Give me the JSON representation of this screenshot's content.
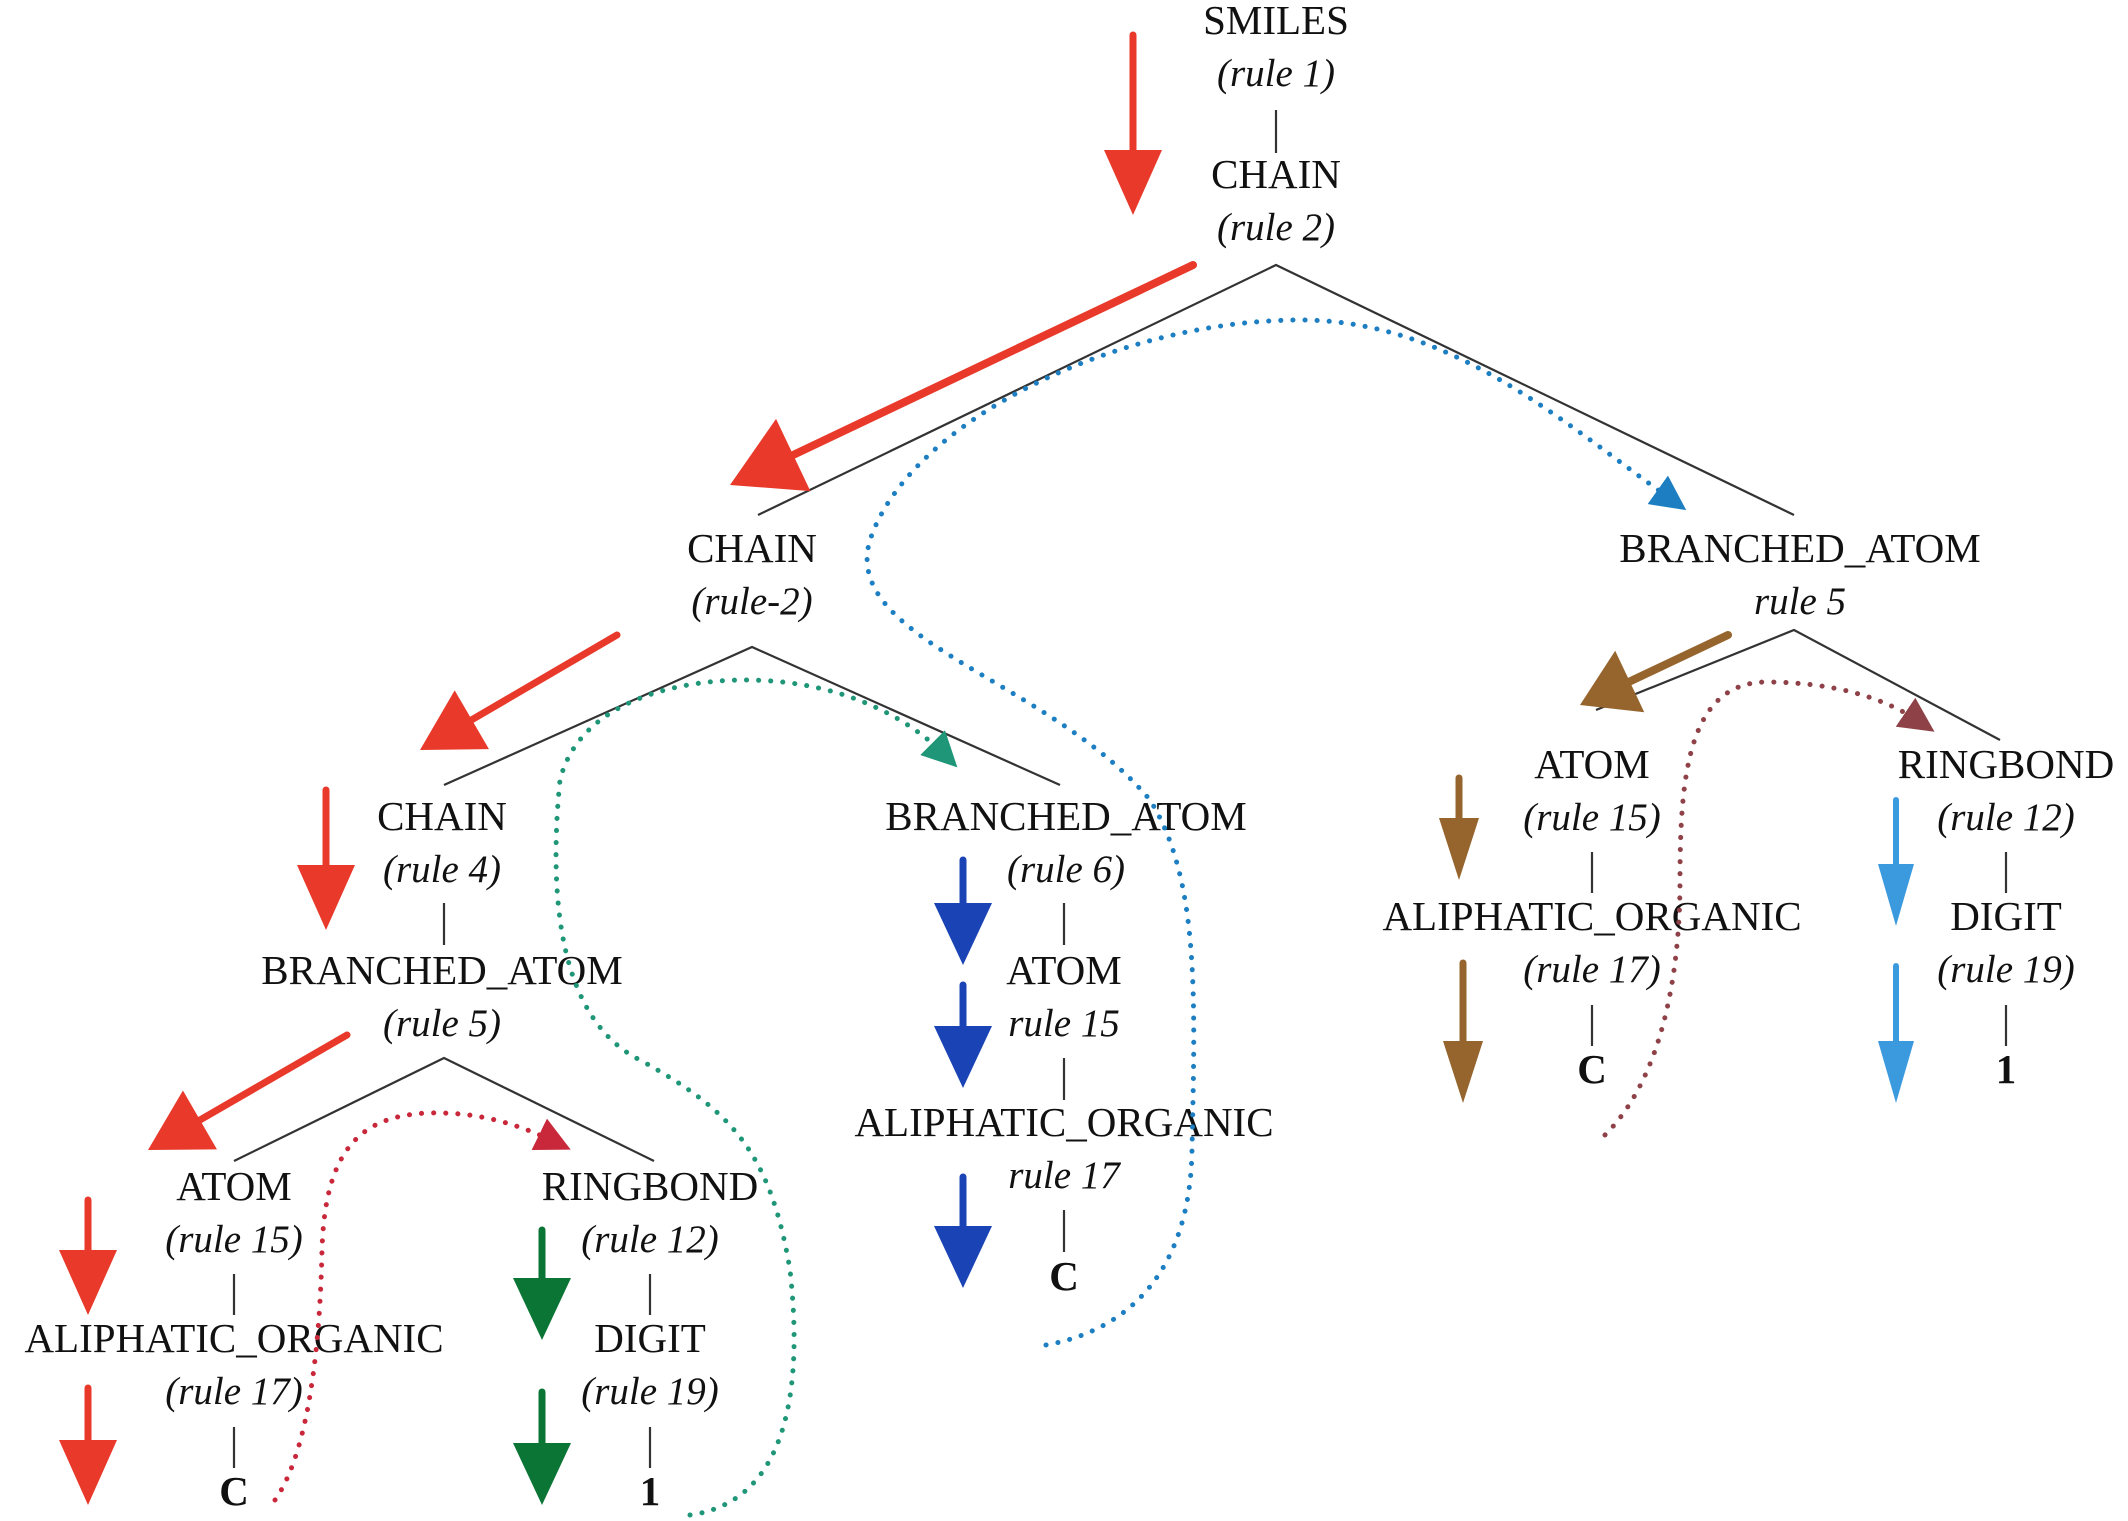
{
  "diagram": {
    "title": "SMILES parse tree",
    "colors": {
      "red": "#e8392a",
      "blue": "#1a44b5",
      "brown": "#96642d",
      "light_blue": "#3b9ade",
      "green": "#0a7535",
      "teal_dotted": "#1e9677",
      "blue_dotted": "#1d7fc1",
      "crimson_dotted": "#c8283a",
      "maroon_dotted": "#8e4247",
      "edge": "#333333"
    },
    "nodes": [
      {
        "id": "smiles",
        "label": "SMILES",
        "rule": "(rule 1)"
      },
      {
        "id": "chain_root",
        "label": "CHAIN",
        "rule": "(rule 2)"
      },
      {
        "id": "chain_l",
        "label": "CHAIN",
        "rule": "(rule-2)"
      },
      {
        "id": "branched_r",
        "label": "BRANCHED_ATOM",
        "rule": "rule 5"
      },
      {
        "id": "chain_ll",
        "label": "CHAIN",
        "rule": "(rule 4)"
      },
      {
        "id": "branched_lr",
        "label": "BRANCHED_ATOM",
        "rule": "(rule 6)"
      },
      {
        "id": "branched_lll",
        "label": "BRANCHED_ATOM",
        "rule": "(rule 5)"
      },
      {
        "id": "atom_a",
        "label": "ATOM",
        "rule": "(rule 15)"
      },
      {
        "id": "aliph_a",
        "label": "ALIPHATIC_ORGANIC",
        "rule": "(rule 17)"
      },
      {
        "id": "leaf_a",
        "label": "C"
      },
      {
        "id": "ringbond_a",
        "label": "RINGBOND",
        "rule": "(rule 12)"
      },
      {
        "id": "digit_a",
        "label": "DIGIT",
        "rule": "(rule 19)"
      },
      {
        "id": "leaf_b",
        "label": "1"
      },
      {
        "id": "atom_b",
        "label": "ATOM",
        "rule": "rule 15"
      },
      {
        "id": "aliph_b",
        "label": "ALIPHATIC_ORGANIC",
        "rule": "rule 17"
      },
      {
        "id": "leaf_c",
        "label": "C"
      },
      {
        "id": "atom_c",
        "label": "ATOM",
        "rule": "(rule 15)"
      },
      {
        "id": "aliph_c",
        "label": "ALIPHATIC_ORGANIC",
        "rule": "(rule 17)"
      },
      {
        "id": "leaf_d",
        "label": "C"
      },
      {
        "id": "ringbond_c",
        "label": "RINGBOND",
        "rule": "(rule 12)"
      },
      {
        "id": "digit_c",
        "label": "DIGIT",
        "rule": "(rule 19)"
      },
      {
        "id": "leaf_e",
        "label": "1"
      }
    ],
    "edges": [
      [
        "smiles",
        "chain_root"
      ],
      [
        "chain_root",
        "chain_l"
      ],
      [
        "chain_root",
        "branched_r"
      ],
      [
        "chain_l",
        "chain_ll"
      ],
      [
        "chain_l",
        "branched_lr"
      ],
      [
        "chain_ll",
        "branched_lll"
      ],
      [
        "branched_lll",
        "atom_a"
      ],
      [
        "branched_lll",
        "ringbond_a"
      ],
      [
        "atom_a",
        "aliph_a"
      ],
      [
        "aliph_a",
        "leaf_a"
      ],
      [
        "ringbond_a",
        "digit_a"
      ],
      [
        "digit_a",
        "leaf_b"
      ],
      [
        "branched_lr",
        "atom_b"
      ],
      [
        "atom_b",
        "aliph_b"
      ],
      [
        "aliph_b",
        "leaf_c"
      ],
      [
        "branched_r",
        "atom_c"
      ],
      [
        "branched_r",
        "ringbond_c"
      ],
      [
        "atom_c",
        "aliph_c"
      ],
      [
        "aliph_c",
        "leaf_d"
      ],
      [
        "ringbond_c",
        "digit_c"
      ],
      [
        "digit_c",
        "leaf_e"
      ]
    ],
    "traversal_arrows": [
      {
        "color": "red",
        "style": "solid",
        "step": "SMILES to CHAIN"
      },
      {
        "color": "red",
        "style": "solid",
        "step": "CHAIN to CHAIN"
      },
      {
        "color": "red",
        "style": "solid",
        "step": "CHAIN to CHAIN (rule 4)"
      },
      {
        "color": "red",
        "style": "solid",
        "step": "CHAIN to BRANCHED_ATOM"
      },
      {
        "color": "red",
        "style": "solid",
        "step": "BRANCHED_ATOM to ATOM"
      },
      {
        "color": "red",
        "style": "solid",
        "step": "ATOM to ALIPHATIC_ORGANIC"
      },
      {
        "color": "red",
        "style": "solid",
        "step": "ALIPHATIC_ORGANIC to C"
      },
      {
        "color": "crimson_dotted",
        "style": "dotted",
        "step": "C back to RINGBOND"
      },
      {
        "color": "green",
        "style": "solid",
        "step": "RINGBOND to DIGIT"
      },
      {
        "color": "green",
        "style": "solid",
        "step": "DIGIT to 1"
      },
      {
        "color": "teal_dotted",
        "style": "dotted",
        "step": "1 back to BRANCHED_ATOM (rule 6)"
      },
      {
        "color": "blue",
        "style": "solid",
        "step": "BRANCHED_ATOM to ATOM"
      },
      {
        "color": "blue",
        "style": "solid",
        "step": "ATOM to ALIPHATIC_ORGANIC"
      },
      {
        "color": "blue",
        "style": "solid",
        "step": "ALIPHATIC_ORGANIC to C"
      },
      {
        "color": "blue_dotted",
        "style": "dotted",
        "step": "C back to BRANCHED_ATOM (rule 5)"
      },
      {
        "color": "brown",
        "style": "solid",
        "step": "BRANCHED_ATOM to ATOM"
      },
      {
        "color": "brown",
        "style": "solid",
        "step": "ATOM to ALIPHATIC_ORGANIC"
      },
      {
        "color": "brown",
        "style": "solid",
        "step": "ALIPHATIC_ORGANIC to C"
      },
      {
        "color": "maroon_dotted",
        "style": "dotted",
        "step": "C back to RINGBOND"
      },
      {
        "color": "light_blue",
        "style": "solid",
        "step": "RINGBOND to DIGIT"
      },
      {
        "color": "light_blue",
        "style": "solid",
        "step": "DIGIT to 1"
      }
    ]
  }
}
